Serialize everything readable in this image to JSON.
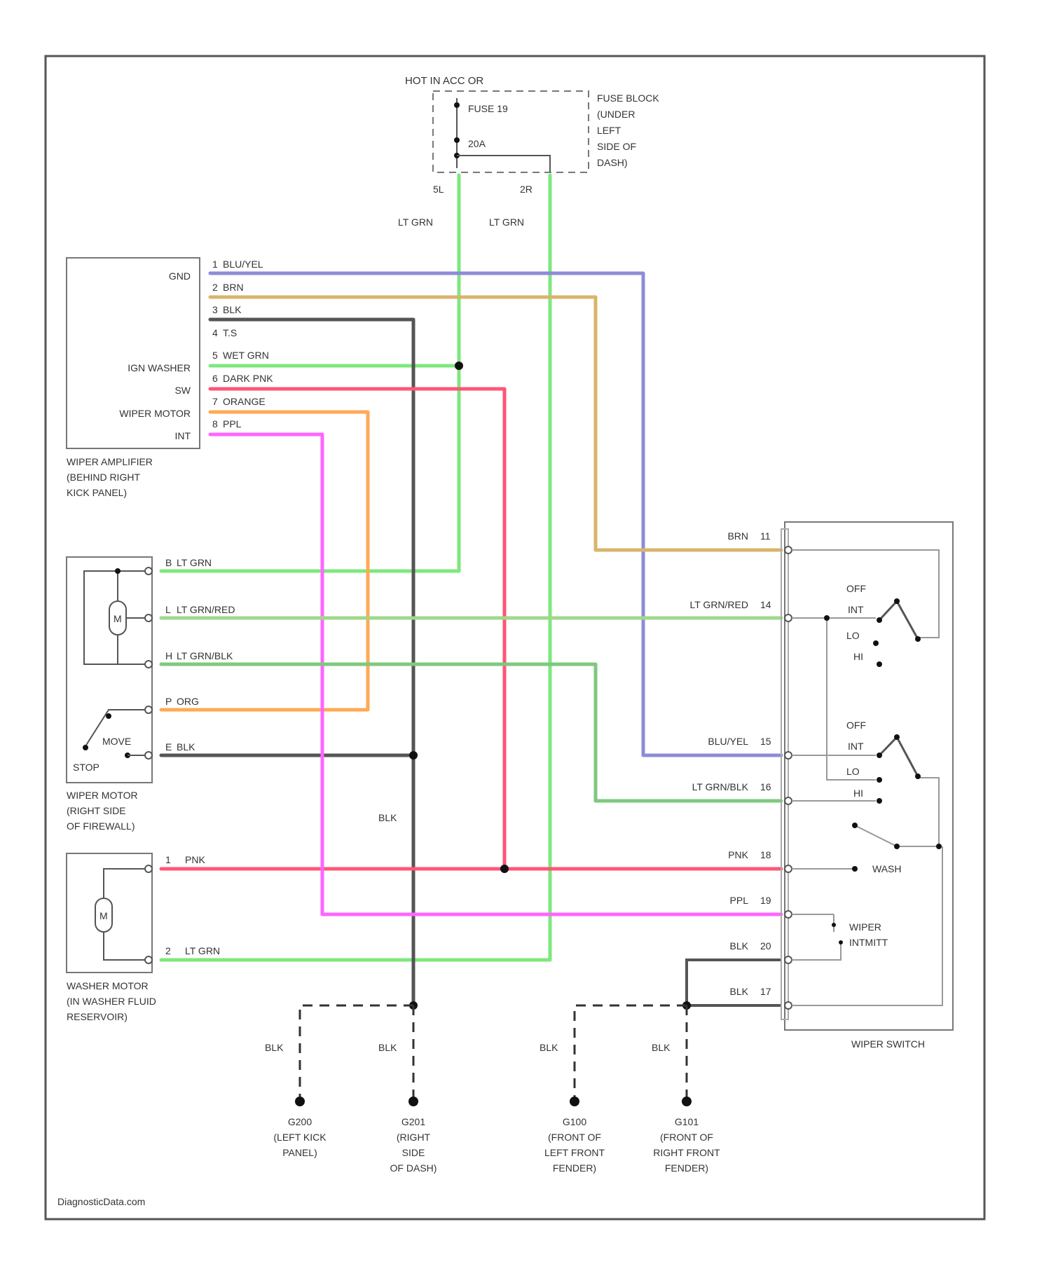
{
  "fuse_block": {
    "header": "HOT IN ACC OR",
    "fuse": "FUSE 19",
    "amps": "20A",
    "label_lines": [
      "FUSE BLOCK",
      "(UNDER",
      "LEFT",
      "SIDE OF",
      "DASH)"
    ],
    "pin_left": "5L",
    "pin_right": "2R",
    "wire_left": "LT GRN",
    "wire_right": "LT GRN"
  },
  "wiper_amplifier": {
    "terminals": [
      "GND",
      "IGN WASHER",
      "SW",
      "WIPER MOTOR",
      "INT"
    ],
    "label_lines": [
      "WIPER AMPLIFIER",
      "(BEHIND RIGHT",
      "KICK PANEL)"
    ],
    "wires": [
      {
        "pin": "1",
        "color_label": "BLU/YEL",
        "color": "#8c8cd8"
      },
      {
        "pin": "2",
        "color_label": "BRN",
        "color": "#d8b46c"
      },
      {
        "pin": "3",
        "color_label": "BLK",
        "color": "#555555"
      },
      {
        "pin": "4",
        "color_label": "T.S",
        "color": "#555555"
      },
      {
        "pin": "5",
        "color_label": "WET GRN",
        "color": "#7ee87e"
      },
      {
        "pin": "6",
        "color_label": "DARK PNK",
        "color": "#ff5577"
      },
      {
        "pin": "7",
        "color_label": "ORANGE",
        "color": "#ffaa55"
      },
      {
        "pin": "8",
        "color_label": "PPL",
        "color": "#ff66ff"
      }
    ]
  },
  "wiper_motor": {
    "symbol": "M",
    "mode": "MOVE",
    "stop": "STOP",
    "label_lines": [
      "WIPER MOTOR",
      "(RIGHT SIDE",
      "OF FIREWALL)"
    ],
    "wires": [
      {
        "pin": "B",
        "color_label": "LT GRN"
      },
      {
        "pin": "L",
        "color_label": "LT GRN/RED"
      },
      {
        "pin": "H",
        "color_label": "LT GRN/BLK"
      },
      {
        "pin": "P",
        "color_label": "ORG"
      },
      {
        "pin": "E",
        "color_label": "BLK"
      }
    ]
  },
  "washer_motor": {
    "symbol": "M",
    "label_lines": [
      "WASHER MOTOR",
      "(IN WASHER FLUID",
      "RESERVOIR)"
    ],
    "wires": [
      {
        "pin": "1",
        "color_label": "PNK"
      },
      {
        "pin": "2",
        "color_label": "LT GRN"
      }
    ]
  },
  "wiper_switch": {
    "label": "WIPER SWITCH",
    "pins": [
      {
        "color_label": "BRN",
        "pin": "11"
      },
      {
        "color_label": "LT GRN/RED",
        "pin": "14"
      },
      {
        "color_label": "BLU/YEL",
        "pin": "15"
      },
      {
        "color_label": "LT GRN/BLK",
        "pin": "16"
      },
      {
        "color_label": "PNK",
        "pin": "18"
      },
      {
        "color_label": "PPL",
        "pin": "19"
      },
      {
        "color_label": "BLK",
        "pin": "20"
      },
      {
        "color_label": "BLK",
        "pin": "17"
      }
    ],
    "positions_upper": [
      "OFF",
      "INT",
      "LO",
      "HI"
    ],
    "positions_lower": [
      "OFF",
      "INT",
      "LO",
      "HI"
    ],
    "washer": "WASH",
    "intermittent_lines": [
      "WIPER",
      "INTMITT"
    ]
  },
  "vertical_blk_label": "BLK",
  "grounds": [
    {
      "wire": "BLK",
      "id": "G200",
      "lines": [
        "(LEFT KICK",
        "PANEL)"
      ]
    },
    {
      "wire": "BLK",
      "id": "G201",
      "lines": [
        "(RIGHT",
        "SIDE",
        "OF DASH)"
      ]
    },
    {
      "wire": "BLK",
      "id": "G100",
      "lines": [
        "(FRONT OF",
        "LEFT FRONT",
        "FENDER)"
      ]
    },
    {
      "wire": "BLK",
      "id": "G101",
      "lines": [
        "(FRONT OF",
        "RIGHT FRONT",
        "FENDER)"
      ]
    }
  ],
  "watermark": "DiagnosticData.com",
  "colors": {
    "green": "#7ee87e",
    "blue": "#8c8cd8",
    "brown": "#d8b46c",
    "black": "#555555",
    "pink": "#ff5577",
    "orange": "#ffaa55",
    "purple": "#ff66ff",
    "gray": "#aaaaaa"
  }
}
